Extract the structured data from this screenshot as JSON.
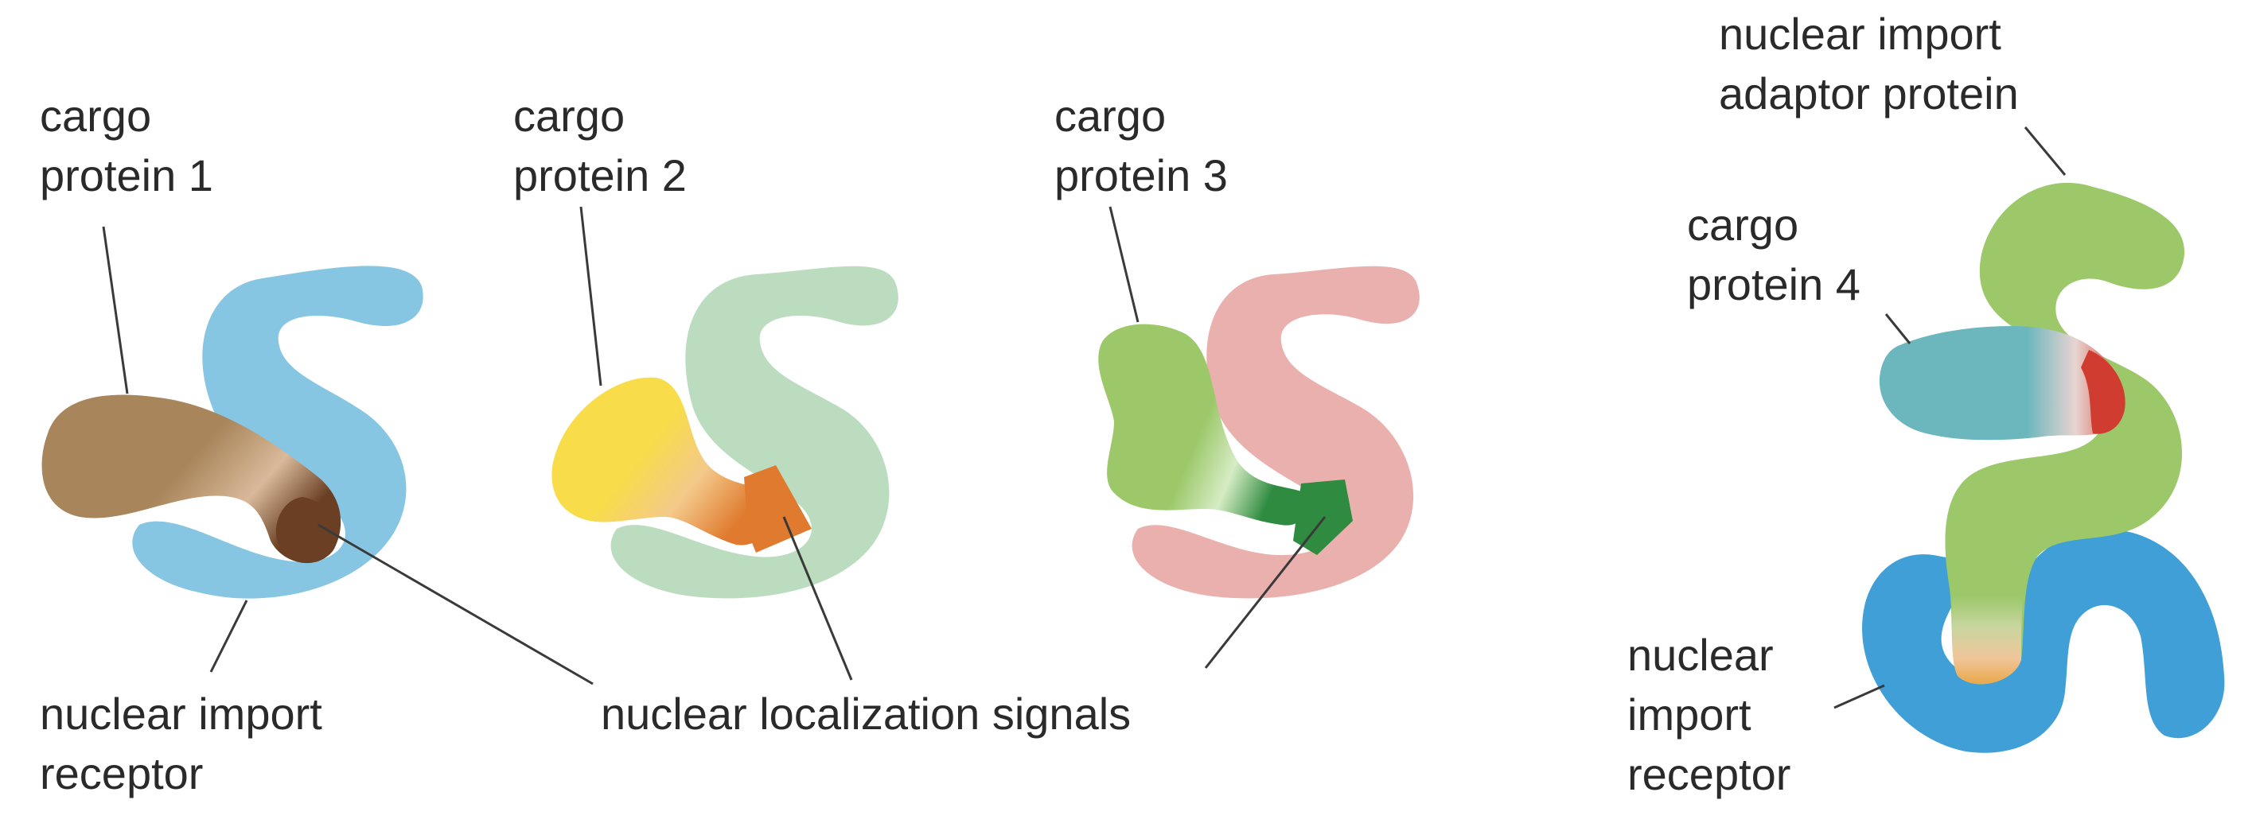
{
  "labels": {
    "cargo1": [
      "cargo",
      "protein 1"
    ],
    "cargo2": [
      "cargo",
      "protein 2"
    ],
    "cargo3": [
      "cargo",
      "protein 3"
    ],
    "cargo4": [
      "cargo",
      "protein 4"
    ],
    "receptor_left": [
      "nuclear import",
      "receptor"
    ],
    "nls": "nuclear localization signals",
    "adaptor": [
      "nuclear import",
      "adaptor protein"
    ],
    "receptor_right": [
      "nuclear",
      "import",
      "receptor"
    ]
  },
  "colors": {
    "receptor_blue": "#87c6e3",
    "receptor_green_pale": "#bcdcbf",
    "receptor_pink": "#eab0ad",
    "receptor_dark_blue": "#3f9fd6",
    "adaptor_green": "#9cc86a",
    "cargo1_brown": "#a8855a",
    "nls1_brown": "#6a3f24",
    "cargo2_yellow": "#f8dc4a",
    "nls2_orange": "#e07a2e",
    "cargo3_green": "#9cc86a",
    "nls3_green": "#2e8b40",
    "cargo4_teal": "#6cb7bd",
    "nls4_red": "#d13c30",
    "adaptor_tip_orange": "#e9a849"
  }
}
